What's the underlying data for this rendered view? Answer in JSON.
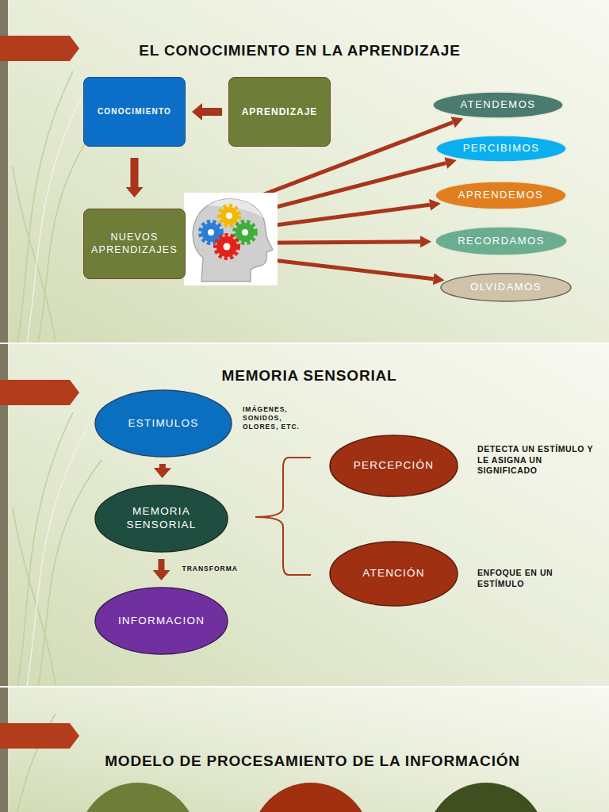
{
  "diagram": {
    "title": "EL CONOCIMIENTO EN LA APRENDIZAJE",
    "nodes": [
      {
        "text": [
          "CONOCIMIENTO"
        ]
      },
      {
        "text": [
          "APRENDIZAJE"
        ]
      },
      {
        "text": [
          "NUEVOS APRENDIZAJES"
        ]
      },
      {
        "text": [
          "ATENDEMOS"
        ]
      },
      {
        "text": [
          "PERCIBIMOS"
        ]
      },
      {
        "text": [
          "APRENDEMOS"
        ]
      },
      {
        "text": [
          "RECORDAMOS"
        ]
      },
      {
        "text": [
          "OLVIDAMOS"
        ]
      },
      {
        "text": [
          "ESTIMULOS"
        ]
      },
      {
        "text": [
          "MEMORIA SENSORIAL"
        ]
      },
      {
        "text": [
          "INFORMACION"
        ]
      },
      {
        "text": [
          "PERCEPCIÓN"
        ]
      },
      {
        "text": [
          "ATENCIÓN"
        ]
      }
    ],
    "edges": [
      {
        "from": 1,
        "to": 0,
        "arrow": "to"
      },
      {
        "from": 0,
        "to": 2,
        "arrow": "to"
      },
      {
        "from": 2,
        "to": 3,
        "arrow": "to"
      },
      {
        "from": 2,
        "to": 4,
        "arrow": "to"
      },
      {
        "from": 2,
        "to": 5,
        "arrow": "to"
      },
      {
        "from": 2,
        "to": 6,
        "arrow": "to"
      },
      {
        "from": 2,
        "to": 7,
        "arrow": "to"
      },
      {
        "from": 8,
        "to": 9,
        "arrow": "to"
      },
      {
        "from": 9,
        "to": 10,
        "label": "TRANSFORMA",
        "arrow": "to"
      }
    ],
    "labels": [
      "MEMORIA SENSORIAL",
      "IMÁGENES, SONIDOS, OLORES, ETC.",
      "DETECTA UN ESTÍMULO Y LE ASIGNA UN SIGNIFICADO",
      "ENFOQUE EN UN ESTÍMULO",
      "MODELO DE PROCESAMIENTO DE LA INFORMACIÓN"
    ]
  }
}
